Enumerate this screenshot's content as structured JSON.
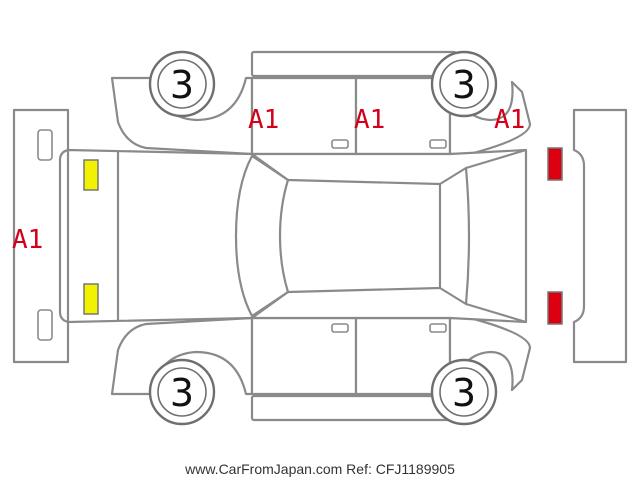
{
  "colors": {
    "damage_code": "#d4001a",
    "lamp_front": "#f2f200",
    "lamp_rear": "#dd0010",
    "outline": "#8a8a8a"
  },
  "wheels": {
    "front_left": "3",
    "rear_left": "3",
    "front_right": "3",
    "rear_right": "3"
  },
  "damage_codes": {
    "front_left_door": "A1",
    "rear_left_door": "A1",
    "rear_left_fender": "A1",
    "front_bumper": "A1"
  },
  "watermark": "www.CarFromJapan.com Ref: CFJ1189905"
}
